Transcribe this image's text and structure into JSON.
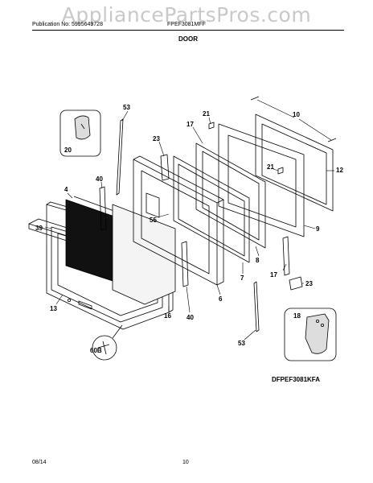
{
  "watermark": "AppliancePartsPros.com",
  "header": {
    "publication": "Publication No: 5995649728",
    "model": "FPEF3081MFF",
    "section": "DOOR"
  },
  "diagram_code": "DFPEF3081KFA",
  "footer": {
    "date": "08/14",
    "page": "10"
  },
  "callouts": {
    "c53a": "53",
    "c21a": "21",
    "c10": "10",
    "c20": "20",
    "c23a": "23",
    "c17a": "17",
    "c21b": "21",
    "c12": "12",
    "c40a": "40",
    "c4": "4",
    "c55": "55",
    "c9": "9",
    "c8": "8",
    "c39": "39",
    "c7": "7",
    "c17b": "17",
    "c23b": "23",
    "c6": "6",
    "c13": "13",
    "c16": "16",
    "c40b": "40",
    "c18": "18",
    "c60b": "60B",
    "c53b": "53"
  }
}
